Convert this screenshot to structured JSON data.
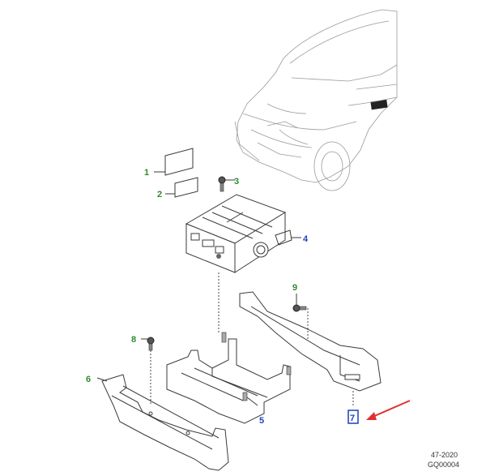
{
  "callouts": [
    {
      "id": "1",
      "text": "1",
      "color": "#2e8b2e"
    },
    {
      "id": "2",
      "text": "2",
      "color": "#2e8b2e"
    },
    {
      "id": "3",
      "text": "3",
      "color": "#2e8b2e"
    },
    {
      "id": "4",
      "text": "4",
      "color": "#1f3fbf"
    },
    {
      "id": "5",
      "text": "5",
      "color": "#1f3fbf"
    },
    {
      "id": "6",
      "text": "6",
      "color": "#2e8b2e"
    },
    {
      "id": "7",
      "text": "7",
      "color": "#1f3fbf"
    },
    {
      "id": "8",
      "text": "8",
      "color": "#2e8b2e"
    },
    {
      "id": "9",
      "text": "9",
      "color": "#2e8b2e"
    }
  ],
  "highlight_color": "#e03030",
  "reference": {
    "line1": "47-2020",
    "line2": "GQ00004"
  }
}
